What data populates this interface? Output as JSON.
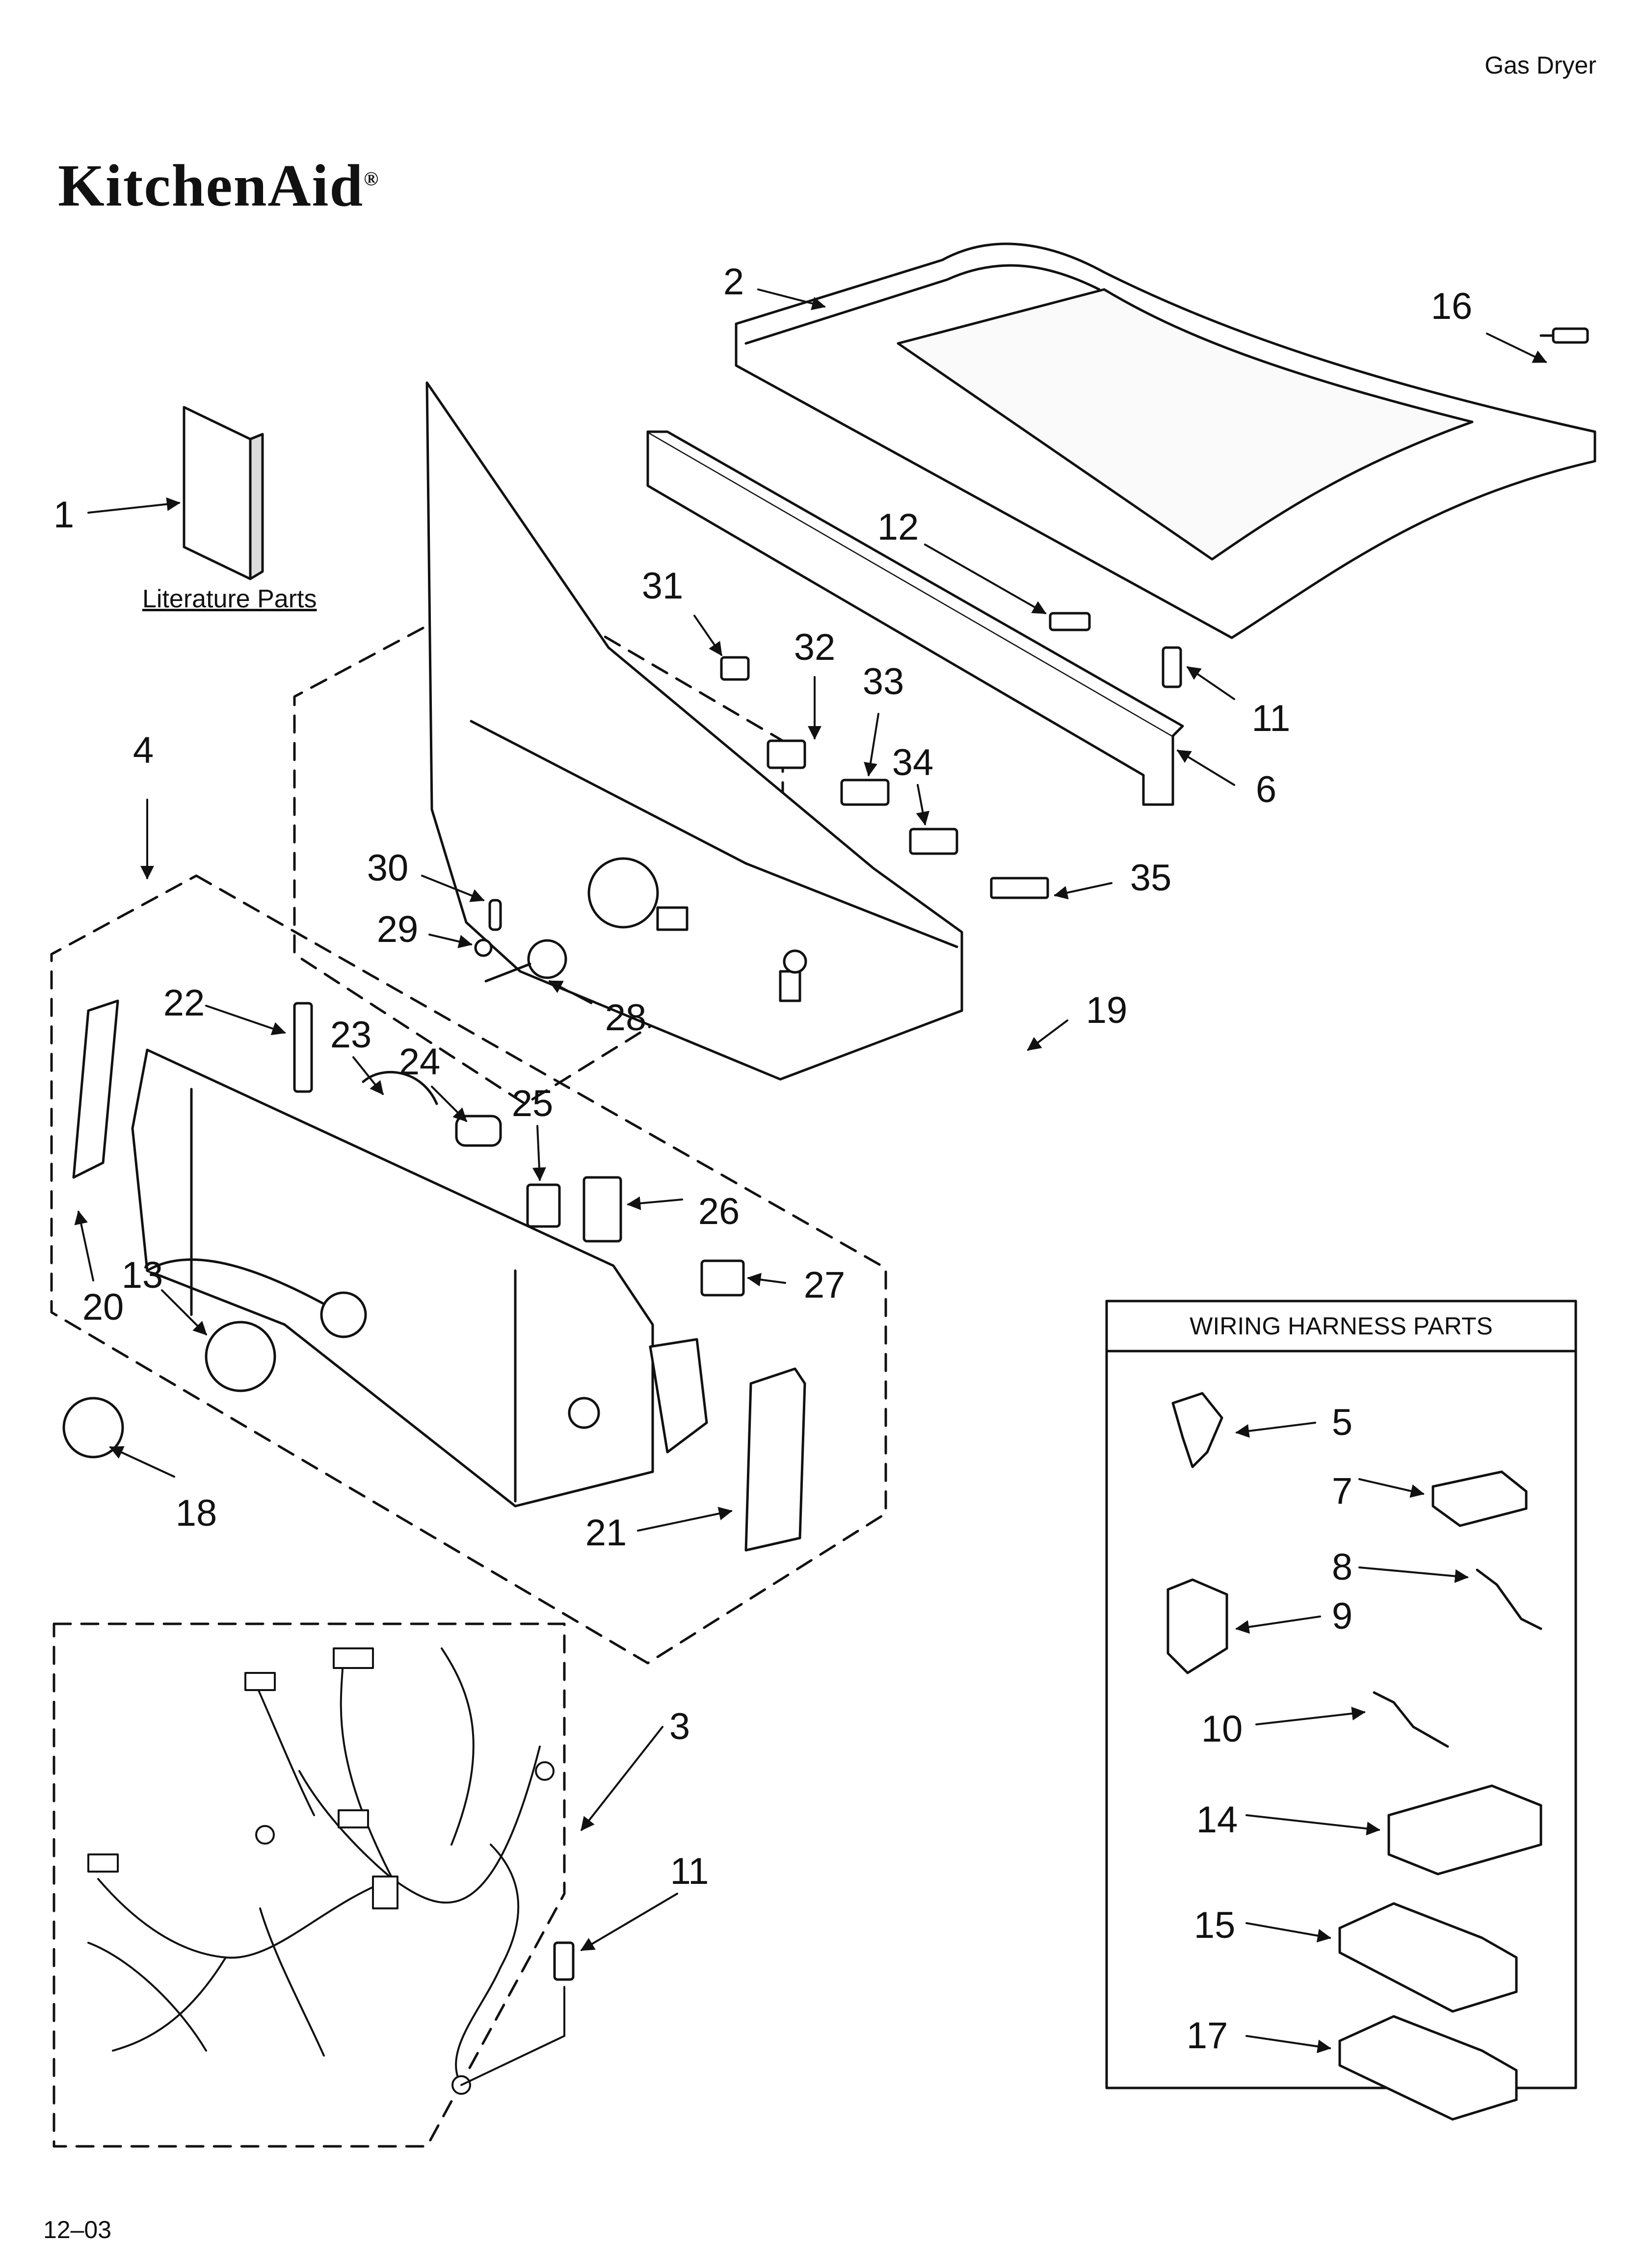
{
  "header": {
    "product_type": "Gas Dryer"
  },
  "brand": {
    "logo_text": "KitchenAid",
    "trademark": "®"
  },
  "literature": {
    "label": "Literature Parts"
  },
  "wiring_harness": {
    "title": "WIRING HARNESS PARTS"
  },
  "footer": {
    "code": "12–03"
  },
  "callouts": {
    "c1": "1",
    "c2": "2",
    "c3": "3",
    "c4": "4",
    "c5": "5",
    "c6": "6",
    "c7": "7",
    "c8": "8",
    "c9": "9",
    "c10": "10",
    "c11a": "11",
    "c11b": "11",
    "c12": "12",
    "c13": "13",
    "c14": "14",
    "c15": "15",
    "c16": "16",
    "c17": "17",
    "c18": "18",
    "c19": "19",
    "c20": "20",
    "c21": "21",
    "c22": "22",
    "c23": "23",
    "c24": "24",
    "c25": "25",
    "c26": "26",
    "c27": "27",
    "c28": "28",
    "c29": "29",
    "c30": "30",
    "c31": "31",
    "c32": "32",
    "c33": "33",
    "c34": "34",
    "c35": "35"
  },
  "colors": {
    "line": "#111111",
    "panel_fill": "#f2f2f2",
    "background": "#ffffff"
  }
}
